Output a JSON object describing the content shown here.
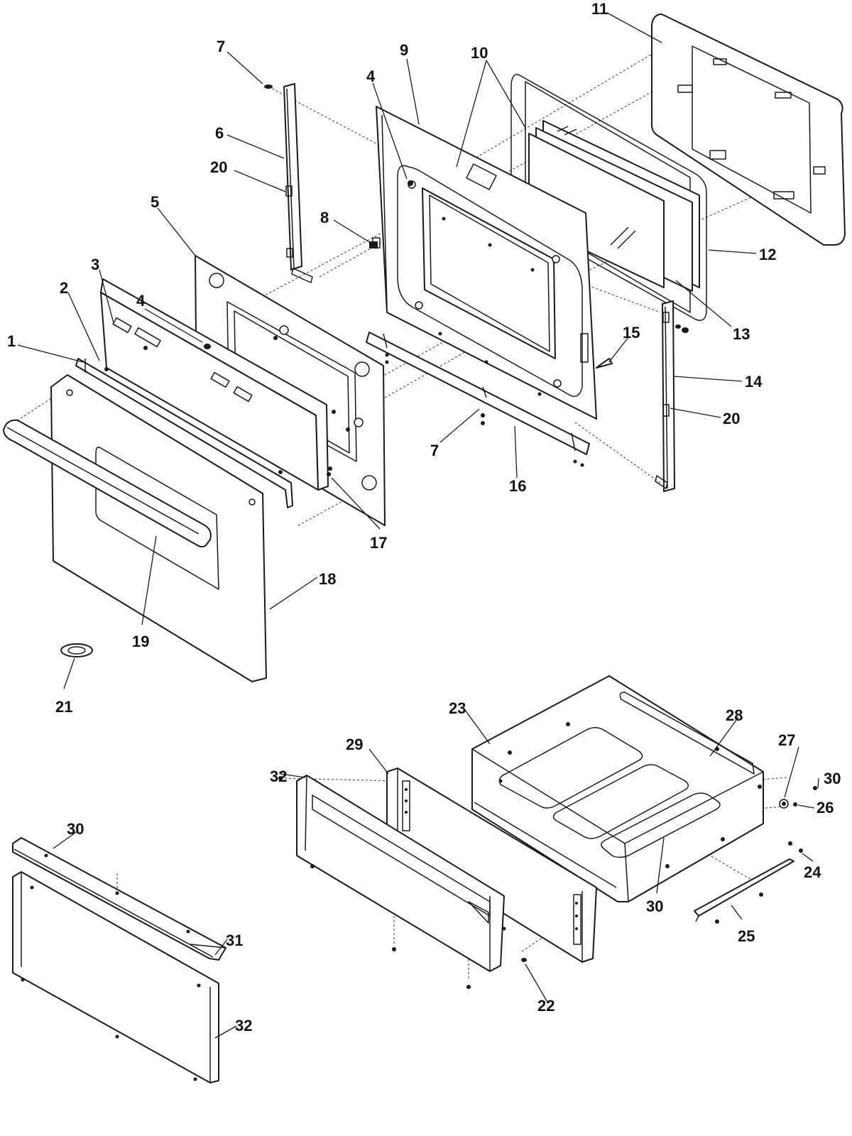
{
  "callouts": {
    "c1": "1",
    "c2": "2",
    "c3": "3",
    "c4a": "4",
    "c4b": "4",
    "c5": "5",
    "c6": "6",
    "c7a": "7",
    "c7b": "7",
    "c8": "8",
    "c9": "9",
    "c10": "10",
    "c11": "11",
    "c12": "12",
    "c13": "13",
    "c14": "14",
    "c15": "15",
    "c16": "16",
    "c17": "17",
    "c18": "18",
    "c19": "19",
    "c20a": "20",
    "c20b": "20",
    "c21": "21",
    "c22": "22",
    "c23": "23",
    "c24": "24",
    "c25": "25",
    "c26": "26",
    "c27": "27",
    "c28": "28",
    "c29": "29",
    "c30a": "30",
    "c30b": "30",
    "c30c": "30",
    "c31": "31",
    "c32a": "32",
    "c32b": "32"
  }
}
